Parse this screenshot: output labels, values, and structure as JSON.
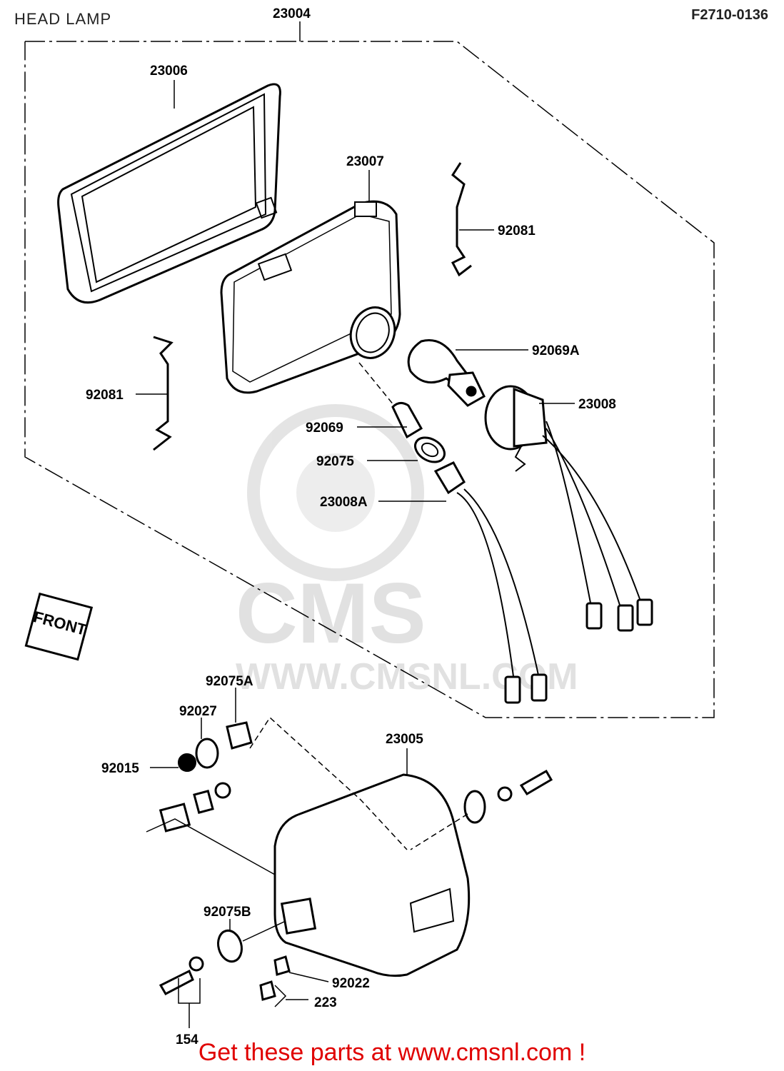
{
  "header": {
    "title": "HEAD LAMP",
    "figure_code": "F2710-0136"
  },
  "front_marker": "FRONT",
  "watermark": {
    "logo_text": "CMS",
    "url_text": "WWW.CMSNL.COM"
  },
  "parts": {
    "p23004": "23004",
    "p23006": "23006",
    "p23007": "23007",
    "p92081_top": "92081",
    "p92081_left": "92081",
    "p92069A": "92069A",
    "p23008": "23008",
    "p92069": "92069",
    "p92075": "92075",
    "p23008A": "23008A",
    "p92075A": "92075A",
    "p92027": "92027",
    "p92015": "92015",
    "p23005": "23005",
    "p92075B": "92075B",
    "p92022": "92022",
    "p223": "223",
    "p154": "154"
  },
  "footer": {
    "text": "Get these parts at www.cmsnl.com !"
  }
}
